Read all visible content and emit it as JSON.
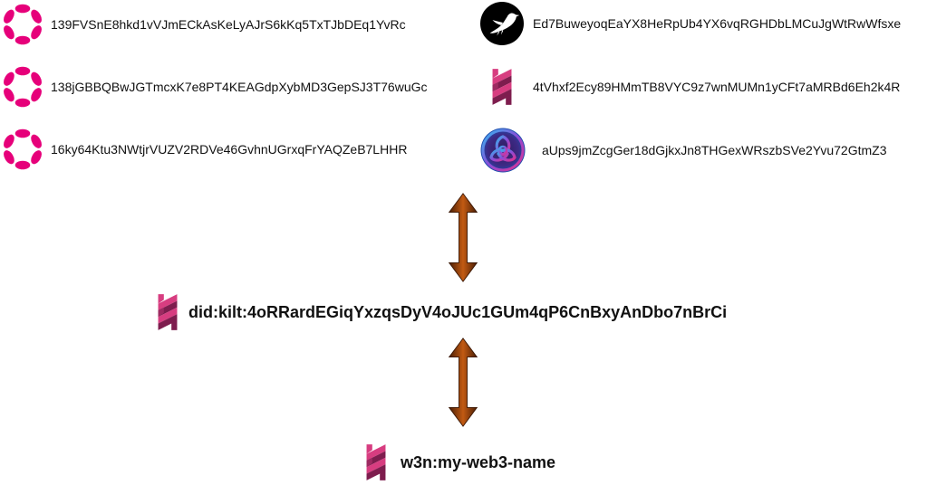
{
  "accounts": {
    "left": [
      {
        "chain_icon": "polkadot-icon",
        "address": "139FVSnE8hkd1vVJmECkAsKeLyAJrS6kKq5TxTJbDEq1YvRc"
      },
      {
        "chain_icon": "polkadot-icon",
        "address": "138jGBBQBwJGTmcxK7e8PT4KEAGdpXybMD3GepSJ3T76wuGc"
      },
      {
        "chain_icon": "polkadot-icon",
        "address": "16ky64Ktu3NWtjrVUZV2RDVe46GvhnUGrxqFrYAQZeB7LHHR"
      }
    ],
    "right": [
      {
        "chain_icon": "bird-icon",
        "address": "Ed7BuweyoqEaYX8HeRpUb4YX6vqRGHDbLMCuJgWtRwWfsxe"
      },
      {
        "chain_icon": "kilt-icon",
        "address": "4tVhxf2Ecy89HMmTB8VYC9z7wnMUMn1yCFt7aMRBd6Eh2k4R"
      },
      {
        "chain_icon": "trinity-icon",
        "address": "aUps9jmZcgGer18dGjkxJn8THGexWRszbSVe2Yvu72GtmZ3"
      }
    ]
  },
  "did": {
    "icon": "kilt-icon",
    "label": "did:kilt:4oRRardEGiqYxzqsDyV4oJUc1GUm4qP6CnBxyAnDbo7nBrCi"
  },
  "web3name": {
    "icon": "kilt-icon",
    "label": "w3n:my-web3-name"
  },
  "colors": {
    "polkadot": "#E6007A",
    "kilt_light": "#D73D80",
    "kilt_dark": "#7E1D4E",
    "arrow": "#8A3A0A"
  }
}
